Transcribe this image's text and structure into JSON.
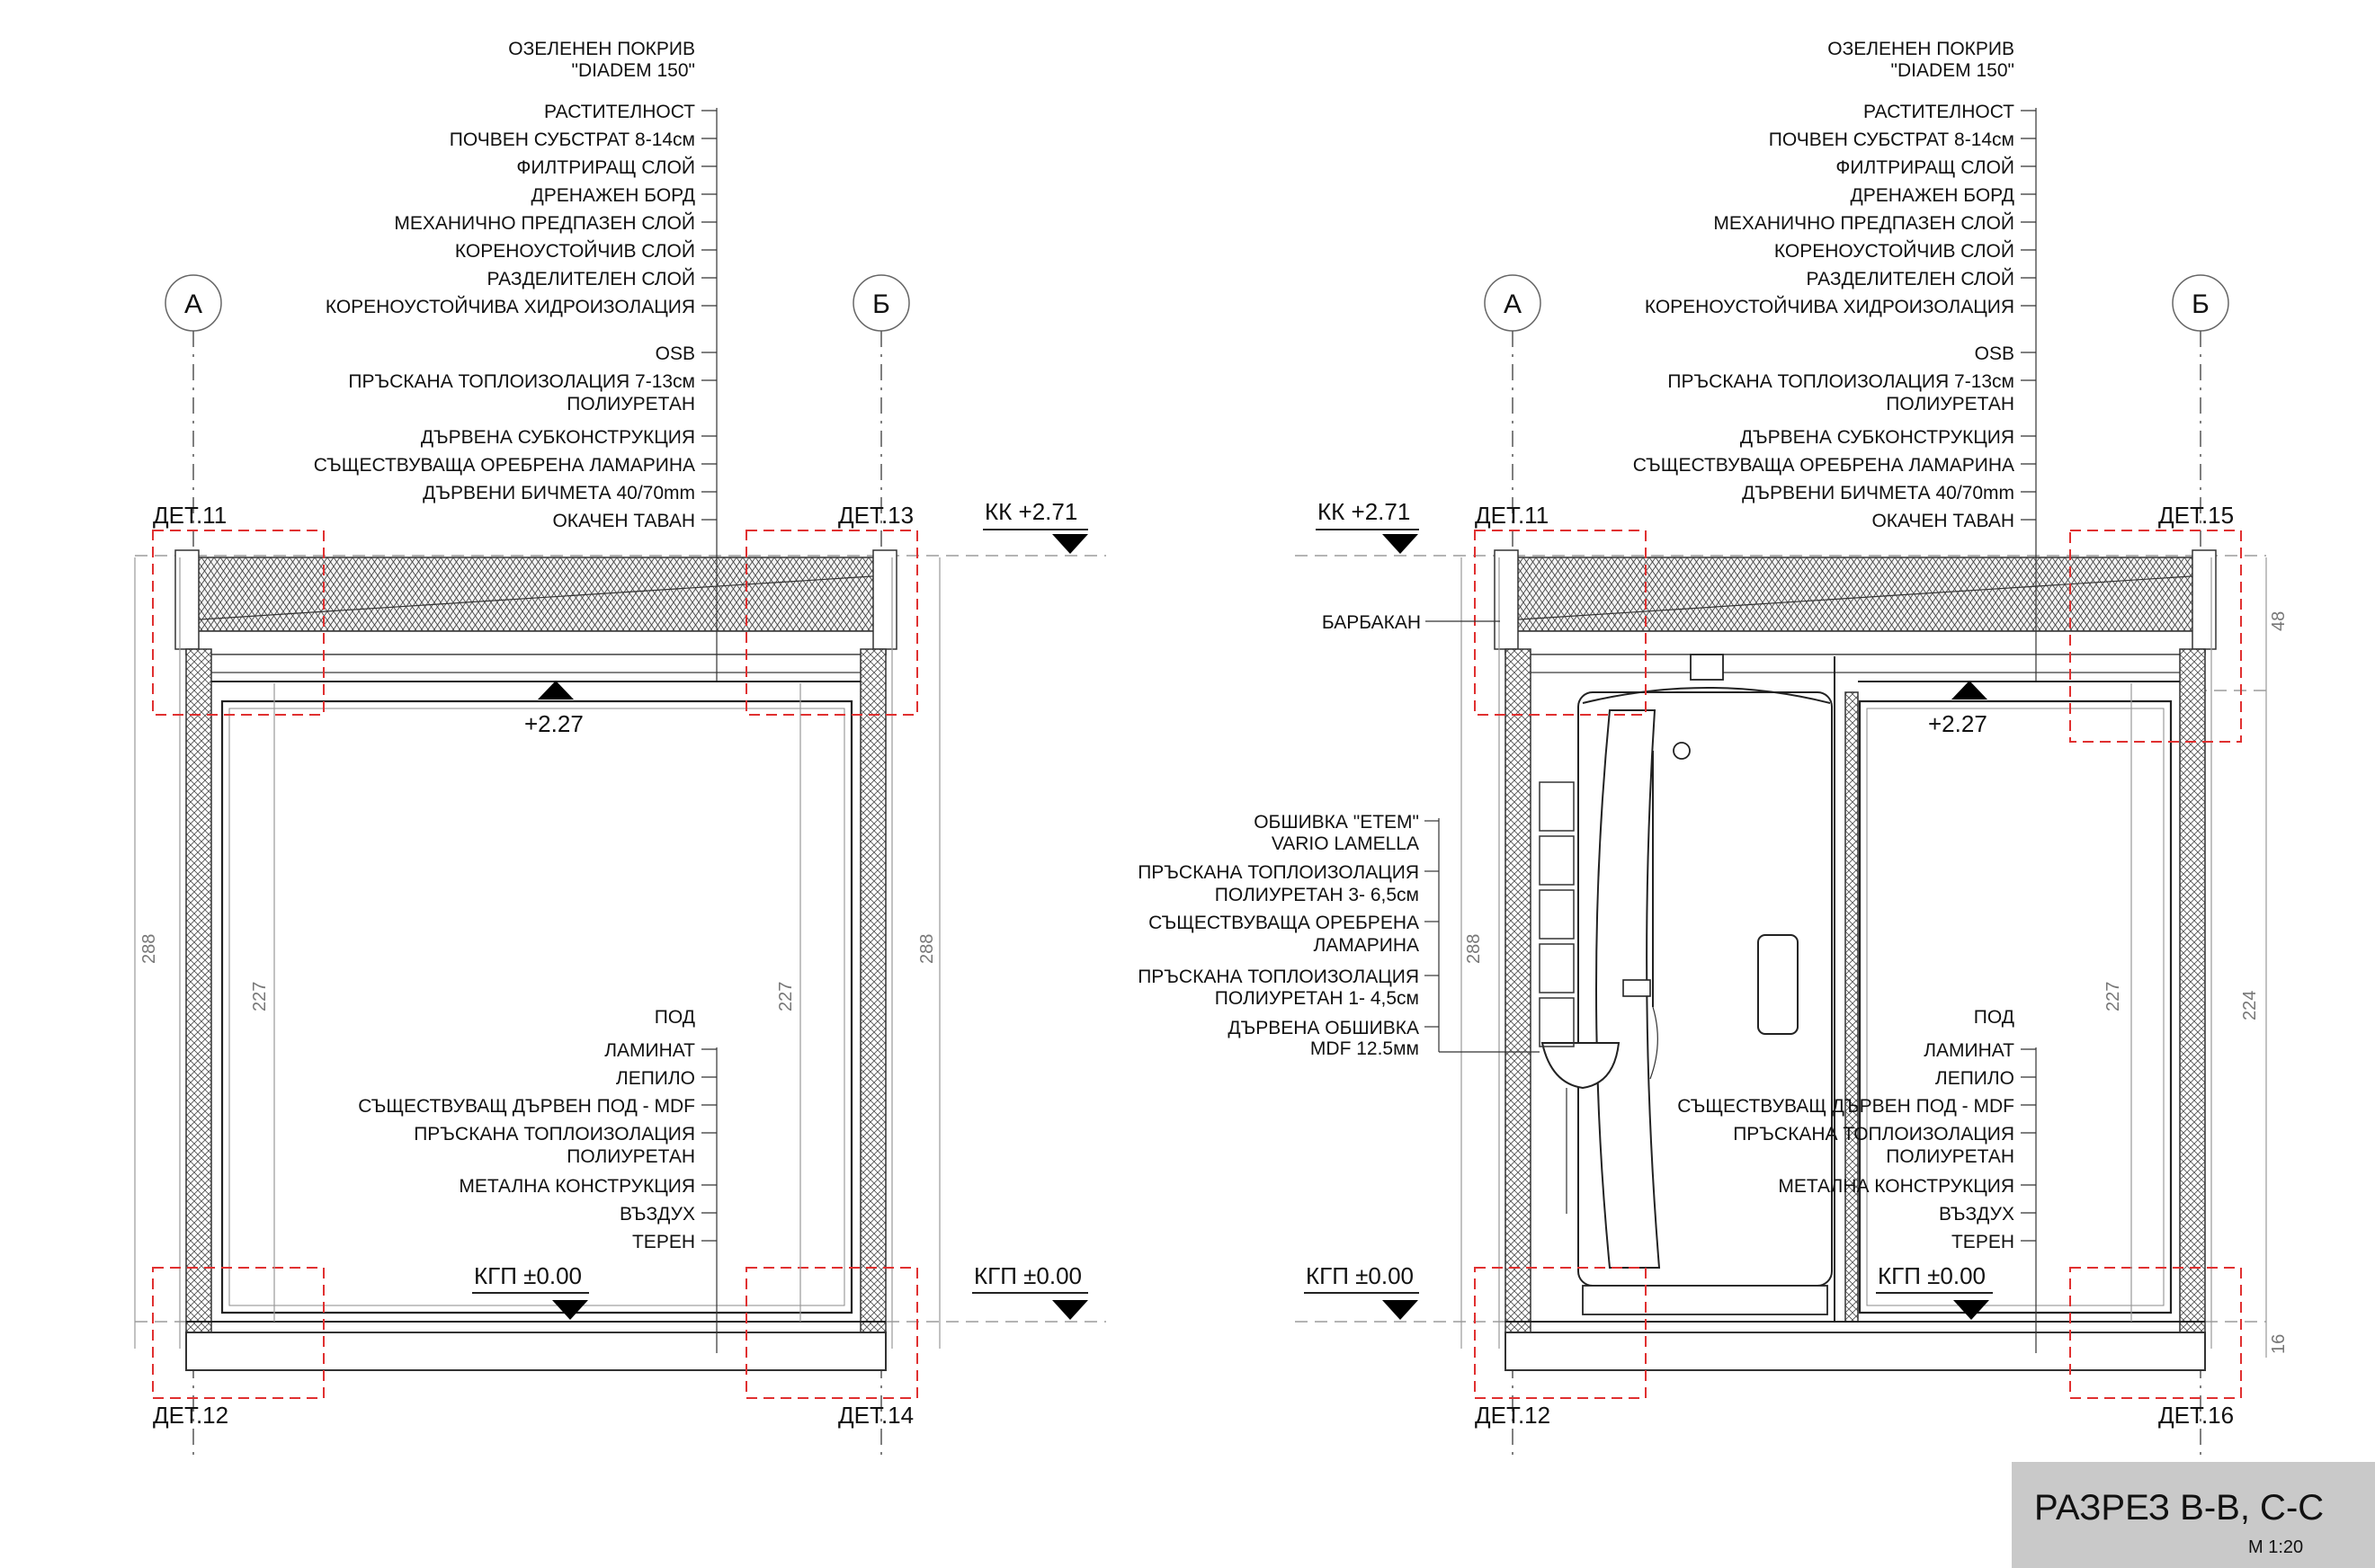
{
  "left_section": {
    "roof_heading": [
      "ОЗЕЛЕНЕН ПОКРИВ",
      "\"DIADEM 150\""
    ],
    "roof_layers": [
      "РАСТИТЕЛНОСТ",
      "ПОЧВЕН СУБСТРАТ 8-14см",
      "ФИЛТРИРАЩ СЛОЙ",
      "ДРЕНАЖЕН БОРД",
      "МЕХАНИЧНО ПРЕДПАЗЕН СЛОЙ",
      "КОРЕНОУСТОЙЧИВ СЛОЙ",
      "РАЗДЕЛИТЕЛЕН СЛОЙ",
      "КОРЕНОУСТОЙЧИВА ХИДРОИЗОЛАЦИЯ",
      "OSB",
      "ПРЪСКАНА ТОПЛОИЗОЛАЦИЯ 7-13см",
      "ПОЛИУРЕТАН",
      "ДЪРВЕНА СУБКОНСТРУКЦИЯ",
      "СЪЩЕСТВУВАЩА ОРЕБРЕНА ЛАМАРИНА",
      "ДЪРВЕНИ БИЧМЕТА 40/70mm",
      "ОКАЧЕН ТАВАН"
    ],
    "floor_heading": "ПОД",
    "floor_layers": [
      "ЛАМИНАТ",
      "ЛЕПИЛО",
      "СЪЩЕСТВУВАЩ ДЪРВЕН ПОД - MDF",
      "ПРЪСКАНА ТОПЛОИЗОЛАЦИЯ",
      "ПОЛИУРЕТАН",
      "МЕТАЛНА КОНСТРУКЦИЯ",
      "ВЪЗДУХ",
      "ТЕРЕН"
    ],
    "axis_a": "А",
    "axis_b": "Б",
    "det_top_left": "ДЕТ.11",
    "det_top_right": "ДЕТ.13",
    "det_bottom_left": "ДЕТ.12",
    "det_bottom_right": "ДЕТ.14",
    "level_roof": "КК +2.71",
    "level_ceiling": "+2.27",
    "level_floor_center": "КГП ±0.00",
    "level_floor_right": "КГП ±0.00",
    "dim_outer_left": "288",
    "dim_outer_right": "288",
    "dim_inner_left": "227",
    "dim_inner_right": "227"
  },
  "right_section": {
    "roof_heading": [
      "ОЗЕЛЕНЕН ПОКРИВ",
      "\"DIADEM 150\""
    ],
    "roof_layers": [
      "РАСТИТЕЛНОСТ",
      "ПОЧВЕН СУБСТРАТ 8-14см",
      "ФИЛТРИРАЩ СЛОЙ",
      "ДРЕНАЖЕН БОРД",
      "МЕХАНИЧНО ПРЕДПАЗЕН СЛОЙ",
      "КОРЕНОУСТОЙЧИВ СЛОЙ",
      "РАЗДЕЛИТЕЛЕН СЛОЙ",
      "КОРЕНОУСТОЙЧИВА ХИДРОИЗОЛАЦИЯ",
      "OSB",
      "ПРЪСКАНА ТОПЛОИЗОЛАЦИЯ 7-13см",
      "ПОЛИУРЕТАН",
      "ДЪРВЕНА СУБКОНСТРУКЦИЯ",
      "СЪЩЕСТВУВАЩА ОРЕБРЕНА ЛАМАРИНА",
      "ДЪРВЕНИ БИЧМЕТА 40/70mm",
      "ОКАЧЕН ТАВАН"
    ],
    "floor_heading": "ПОД",
    "floor_layers": [
      "ЛАМИНАТ",
      "ЛЕПИЛО",
      "СЪЩЕСТВУВАЩ ДЪРВЕН ПОД - MDF",
      "ПРЪСКАНА ТОПЛОИЗОЛАЦИЯ",
      "ПОЛИУРЕТАН",
      "МЕТАЛНА КОНСТРУКЦИЯ",
      "ВЪЗДУХ",
      "ТЕРЕН"
    ],
    "wall_layers": [
      "ОБШИВКА \"ЕТЕМ\"",
      "VARIO LAMELLA",
      "ПРЪСКАНА ТОПЛОИЗОЛАЦИЯ",
      "ПОЛИУРЕТАН 3- 6,5см",
      "СЪЩЕСТВУВАЩА ОРЕБРЕНА",
      "ЛАМАРИНА",
      "ПРЪСКАНА ТОПЛОИЗОЛАЦИЯ",
      "ПОЛИУРЕТАН 1- 4,5см",
      "ДЪРВЕНА ОБШИВКА",
      "MDF 12.5мм"
    ],
    "barbakan": "БАРБАКАН",
    "axis_a": "А",
    "axis_b": "Б",
    "det_top_left": "ДЕТ.11",
    "det_top_right": "ДЕТ.15",
    "det_bottom_left": "ДЕТ.12",
    "det_bottom_right": "ДЕТ.16",
    "level_roof": "КК +2.71",
    "level_ceiling": "+2.27",
    "level_floor_left": "КГП ±0.00",
    "level_floor_center": "КГП ±0.00",
    "dim_outer_left": "288",
    "dim_inner_right": "227",
    "dim_right_total": "224",
    "dim_right_top": "48",
    "dim_right_bottom": "16"
  },
  "title_block": {
    "title": "РАЗРЕЗ В-В, С-С",
    "scale": "М 1:20"
  }
}
